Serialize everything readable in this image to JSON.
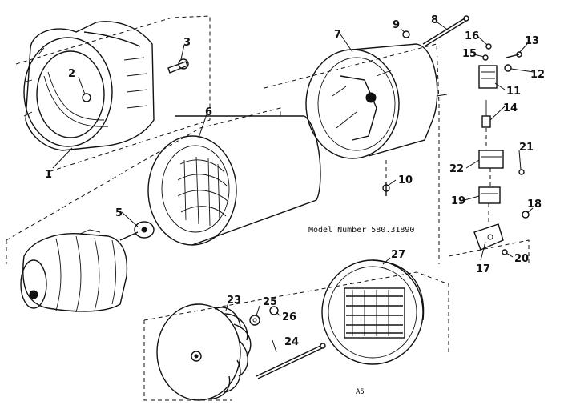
{
  "model_number": "Model Number 580.31890",
  "page_code": "A5",
  "part_numbers": [
    "1",
    "2",
    "3",
    "5",
    "6",
    "7",
    "8",
    "9",
    "10",
    "11",
    "12",
    "13",
    "14",
    "15",
    "16",
    "17",
    "18",
    "19",
    "20",
    "21",
    "22",
    "23",
    "24",
    "25",
    "26",
    "27"
  ]
}
